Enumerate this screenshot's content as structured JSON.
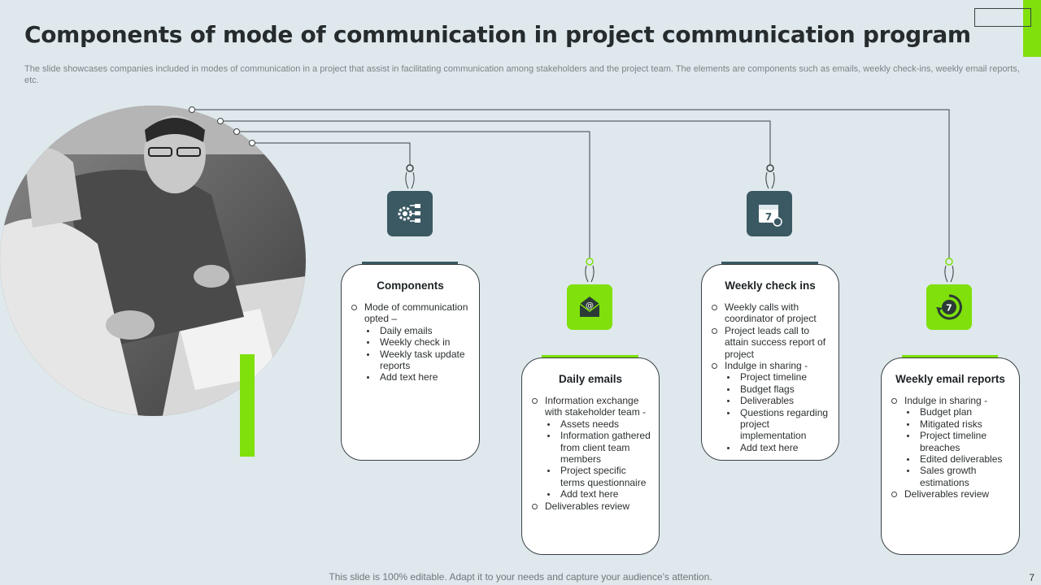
{
  "slide": {
    "title": "Components of mode of communication in project communication program",
    "subtitle": "The slide showcases companies included in modes of communication in a project that assist in facilitating communication among stakeholders and the project team. The elements are components such as emails, weekly check-ins, weekly email reports, etc.",
    "footer": "This slide is 100% editable. Adapt it to your needs and capture your audience's attention.",
    "page_number": "7"
  },
  "colors": {
    "accent_green": "#7fe00b",
    "tile_dark": "#3b5963",
    "background": "#dfe8ec"
  },
  "icons": {
    "components": "gear-flow-icon",
    "daily_emails": "email-envelope-icon",
    "weekly_check_ins": "calendar-7-icon",
    "weekly_email_reports": "cycle-7-icon"
  },
  "cards": {
    "components": {
      "title": "Components",
      "items": [
        {
          "text": "Mode of communication opted –",
          "sub": [
            "Daily emails",
            "Weekly check in",
            "Weekly task update reports",
            "Add text here"
          ]
        }
      ]
    },
    "daily_emails": {
      "title": "Daily emails",
      "items": [
        {
          "text": "Information exchange with stakeholder team -",
          "sub": [
            "Assets needs",
            "Information gathered from client team members",
            "Project specific terms questionnaire",
            "Add text here"
          ]
        },
        {
          "text": "Deliverables review"
        }
      ]
    },
    "weekly_check_ins": {
      "title": "Weekly check ins",
      "items": [
        {
          "text": "Weekly calls with coordinator of project"
        },
        {
          "text": "Project leads call to attain success report of project"
        },
        {
          "text": "Indulge in sharing -",
          "sub": [
            "Project timeline",
            "Budget flags",
            "Deliverables",
            "Questions regarding project implementation",
            "Add text here"
          ]
        }
      ]
    },
    "weekly_email_reports": {
      "title": "Weekly email reports",
      "items": [
        {
          "text": "Indulge in sharing -",
          "sub": [
            "Budget plan",
            "Mitigated risks",
            "Project timeline breaches",
            "Edited deliverables",
            "Sales growth estimations"
          ]
        },
        {
          "text": "Deliverables review"
        }
      ]
    }
  }
}
